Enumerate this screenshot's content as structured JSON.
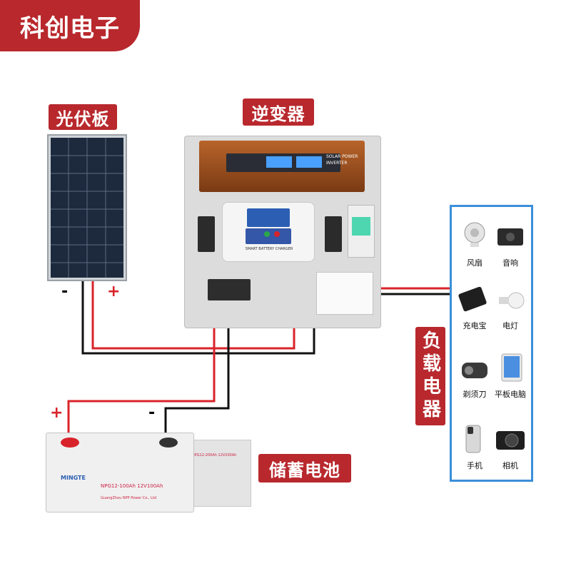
{
  "brand": "科创电子",
  "labels": {
    "solar_panel": "光伏板",
    "inverter": "逆变器",
    "battery": "储蓄电池",
    "load": "负载电器"
  },
  "panel_terminals": {
    "negative": "-",
    "positive": "+"
  },
  "battery_terminals": {
    "positive": "+",
    "negative": "-"
  },
  "inverter_device": {
    "line1": "SOLAR POWER",
    "line2": "INVERTER"
  },
  "controller": {
    "caption": "SMART BATTERY CHARGER"
  },
  "battery_device": {
    "brand": "MINGTE",
    "model": "NPG12-100Ah  12V100Ah",
    "back_model": "NPG12-200Ah 12V200Ah",
    "maker": "GuangZhou NPP Power Co., Ltd"
  },
  "loads": [
    {
      "name": "风扇",
      "icon": "fan-icon"
    },
    {
      "name": "音响",
      "icon": "speaker-icon"
    },
    {
      "name": "充电宝",
      "icon": "power-bank-icon"
    },
    {
      "name": "电灯",
      "icon": "lightbulb-icon"
    },
    {
      "name": "剃须刀",
      "icon": "shaver-icon"
    },
    {
      "name": "平板电脑",
      "icon": "tablet-icon"
    },
    {
      "name": "手机",
      "icon": "phone-icon"
    },
    {
      "name": "相机",
      "icon": "camera-icon"
    }
  ],
  "colors": {
    "label_red": "#b8282d",
    "load_border": "#3b8fd9",
    "wire_red": "#d9232a",
    "wire_black": "#111111"
  }
}
